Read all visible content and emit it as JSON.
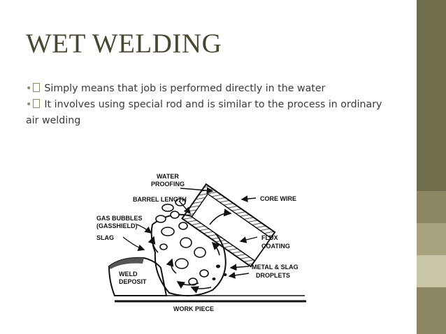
{
  "slide": {
    "title": "WET WELDING",
    "bullets": [
      {
        "marker": "•",
        "text": "Simply means that job is performed directly in the water"
      },
      {
        "marker": "•",
        "text": "It involves using special rod and is similar to the process in ordinary air welding"
      }
    ]
  },
  "diagram": {
    "labels": {
      "water_proofing_1": "WATER",
      "water_proofing_2": "PROOFING",
      "barrel_length": "BARREL LENGTH",
      "core_wire": "CORE WIRE",
      "gas_bubbles_1": "GAS BUBBLES",
      "gas_bubbles_2": "(GASSHIELD)",
      "slag": "SLAG",
      "flux_1": "FLUX",
      "flux_2": "COATING",
      "metal_slag_1": "METAL & SLAG",
      "metal_slag_2": "DROPLETS",
      "weld_1": "WELD",
      "weld_2": "DEPOSIT",
      "work_piece": "WORK PIECE"
    }
  },
  "colors": {
    "title": "#4a4630",
    "bullet_marker": "#8c8a62",
    "sidebar": [
      "#6f6c4c",
      "#8a8762",
      "#a7a37e",
      "#c9c6a7",
      "#8a8762"
    ]
  }
}
